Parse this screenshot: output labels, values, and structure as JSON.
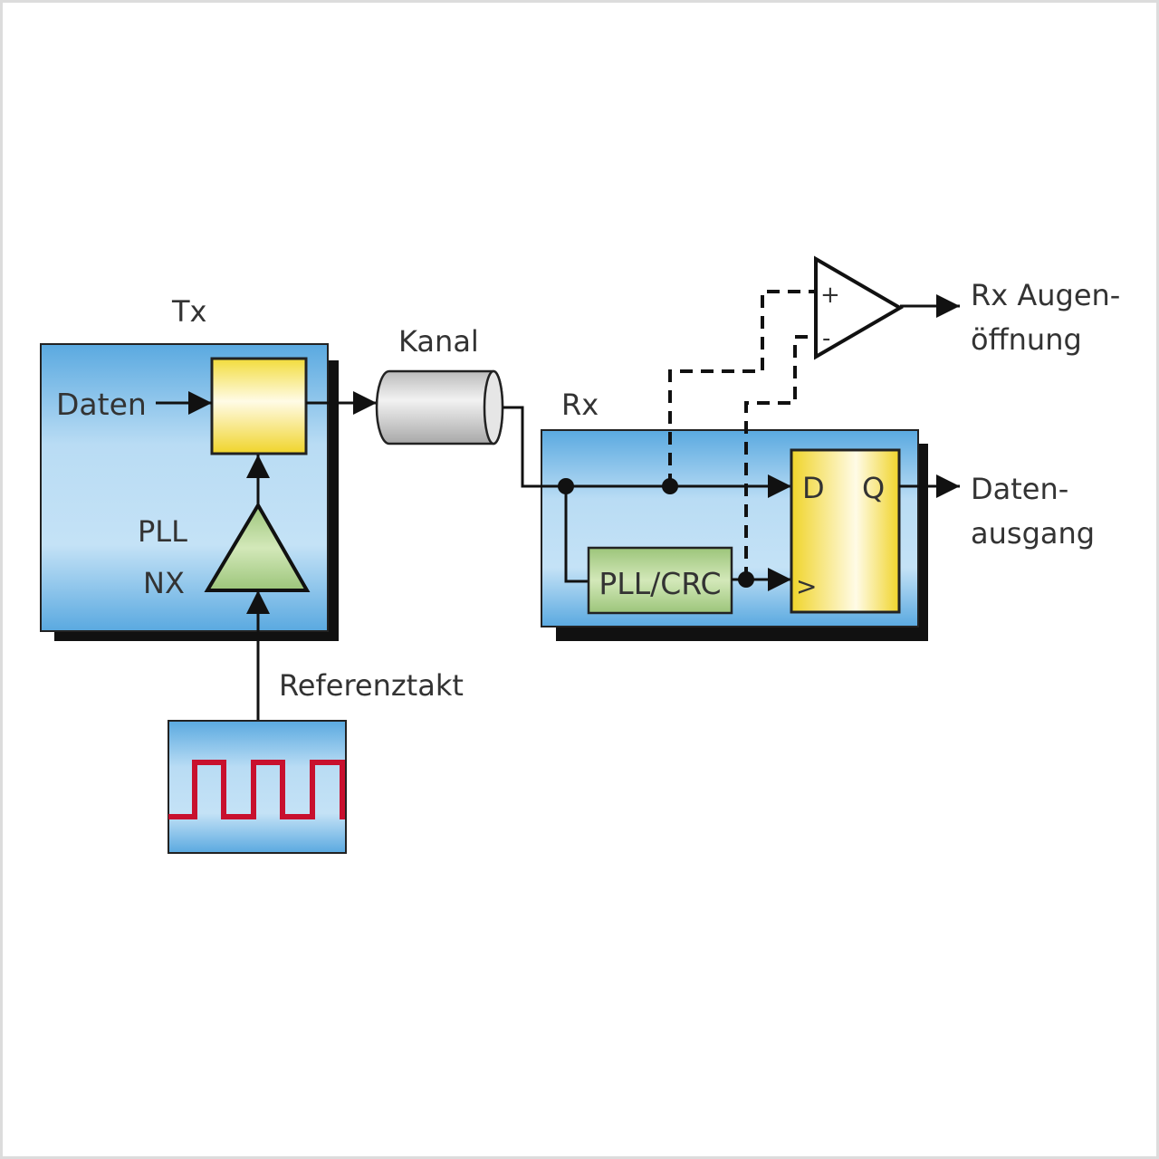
{
  "labels": {
    "tx": "Tx",
    "daten": "Daten",
    "pll": "PLL",
    "nx": "NX",
    "referenztakt": "Referenztakt",
    "kanal": "Kanal",
    "rx": "Rx",
    "pll_crc": "PLL/CRC",
    "d": "D",
    "q": "Q",
    "clk": ">",
    "plus": "+",
    "minus": "-",
    "augen_line1": "Rx Augen-",
    "augen_line2": "öffnung",
    "ausgang_line1": "Daten-",
    "ausgang_line2": "ausgang"
  },
  "colors": {
    "box_blue": "#6fb6e6",
    "yellow": "#f2dc3c",
    "green": "#a9cc84",
    "clock_red": "#c8102e"
  }
}
